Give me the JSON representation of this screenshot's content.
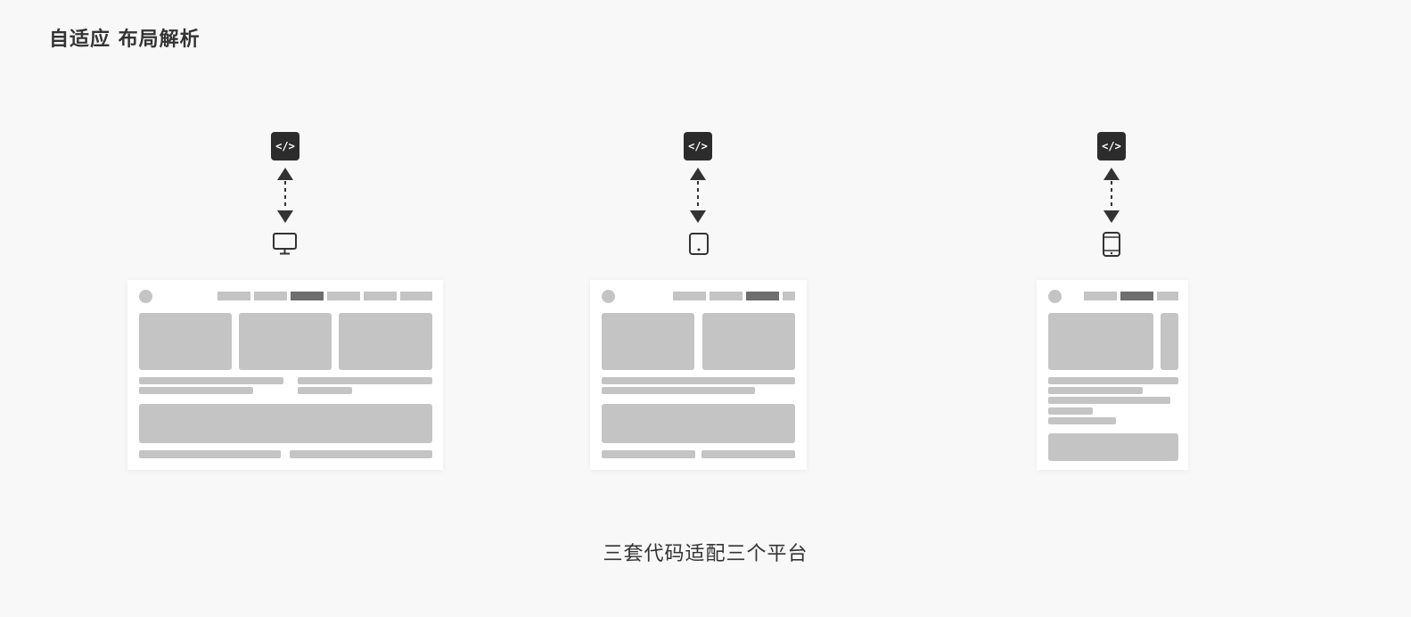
{
  "header": {
    "title": "自适应 布局解析"
  },
  "caption": "三套代码适配三个平台",
  "badges": {
    "code_symbol": "</>"
  },
  "columns": [
    {
      "device_icon": "monitor-icon",
      "layout": "desktop",
      "columns": 3
    },
    {
      "device_icon": "tablet-icon",
      "layout": "tablet",
      "columns": 2
    },
    {
      "device_icon": "phone-icon",
      "layout": "mobile",
      "columns": 1
    }
  ],
  "colors": {
    "background": "#f8f8f8",
    "badge": "#2c2c2c",
    "placeholder": "#c4c4c4",
    "active_nav": "#6e6e6e",
    "card": "#ffffff"
  }
}
